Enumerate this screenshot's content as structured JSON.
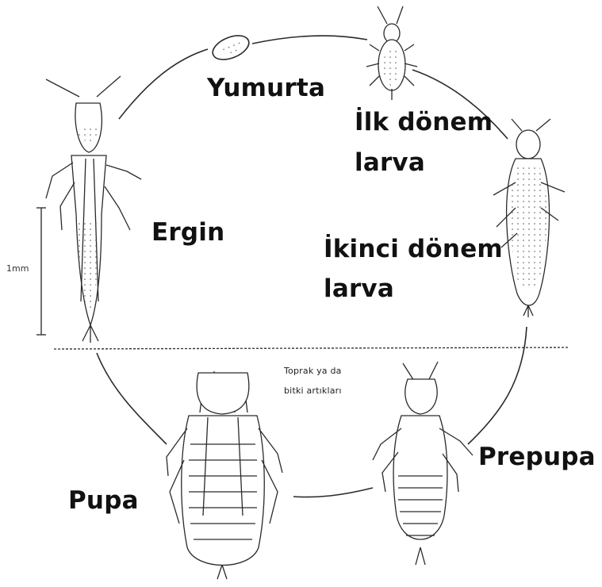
{
  "labels": {
    "egg": "Yumurta",
    "first_instar_1": "İlk dönem",
    "first_instar_2": "larva",
    "second_instar_1": "İkinci dönem",
    "second_instar_2": "larva",
    "adult": "Ergin",
    "prepupa": "Prepupa",
    "pupa": "Pupa",
    "soil_1": "Toprak ya da",
    "soil_2": "bitki artıkları",
    "scale": "1mm"
  },
  "colors": {
    "ink": "#2a2a2a",
    "background": "#ffffff"
  }
}
